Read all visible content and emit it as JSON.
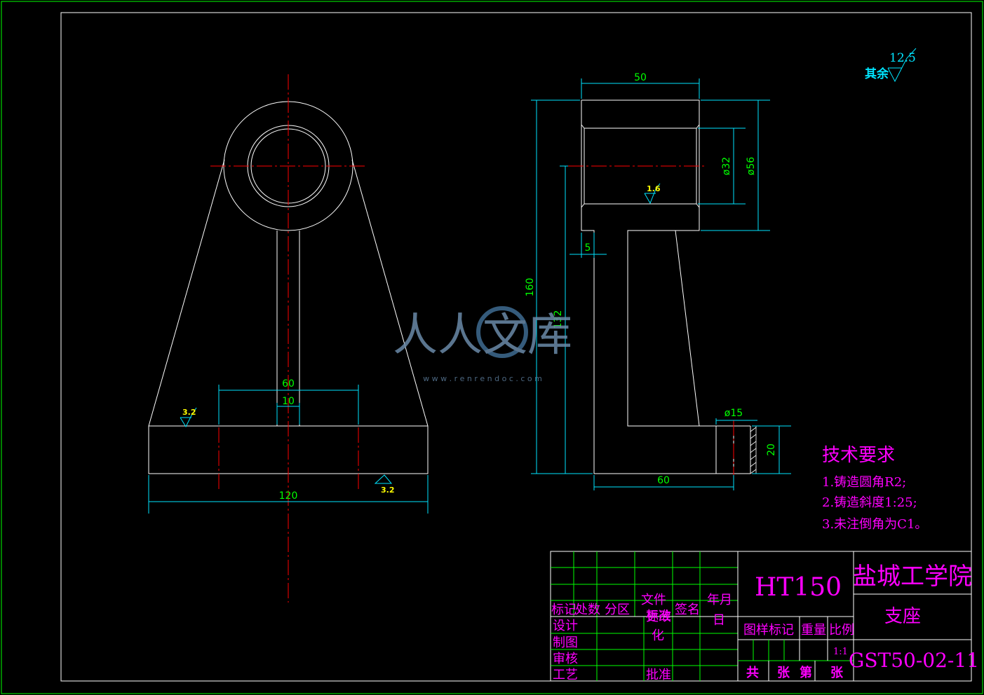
{
  "drawing": {
    "material": "HT150",
    "school": "盐城工学院",
    "part_name": "支座",
    "drawing_number": "GST50-02-11",
    "scale": "1:1",
    "roughness_rest_label": "其余",
    "roughness_rest_value": "12.5"
  },
  "title_block": {
    "row_labels": [
      "标记",
      "处数",
      "分区",
      "文件",
      "签名",
      "年月",
      "日"
    ],
    "file_label_2": "更改",
    "std_label": "标准",
    "std_label_2": "化",
    "roles": [
      "设计",
      "制图",
      "审核",
      "工艺"
    ],
    "approve": "批准",
    "sheet_mark": "图样标记",
    "weight": "重量",
    "ratio": "比例",
    "sheet_total": "共",
    "sheet_zhang": "张",
    "sheet_di": "第",
    "sheet_zhang2": "张"
  },
  "tech": {
    "title": "技术要求",
    "items": [
      "1.铸造圆角R2;",
      "2.铸造斜度1:25;",
      "3.未注倒角为C1。"
    ]
  },
  "dimensions": {
    "front_width": "120",
    "front_60": "60",
    "front_10": "10",
    "side_50": "50",
    "side_160": "160",
    "side_132": "132",
    "side_5": "5",
    "side_60": "60",
    "side_20": "20",
    "side_d15": "ø15",
    "side_d32": "ø32",
    "side_d56": "ø56",
    "rough_32a": "3.2",
    "rough_32b": "3.2",
    "rough_16": "1.6"
  },
  "watermark": {
    "text": "人人文库",
    "url": "w w w . r e n r e n d o c . c o m"
  },
  "colors": {
    "outline": "#ffffff",
    "dim": "#00e5ff",
    "dimtext": "#00ff00",
    "center": "#ff0000",
    "frame": "#00ff00",
    "text": "#ff00ff"
  }
}
